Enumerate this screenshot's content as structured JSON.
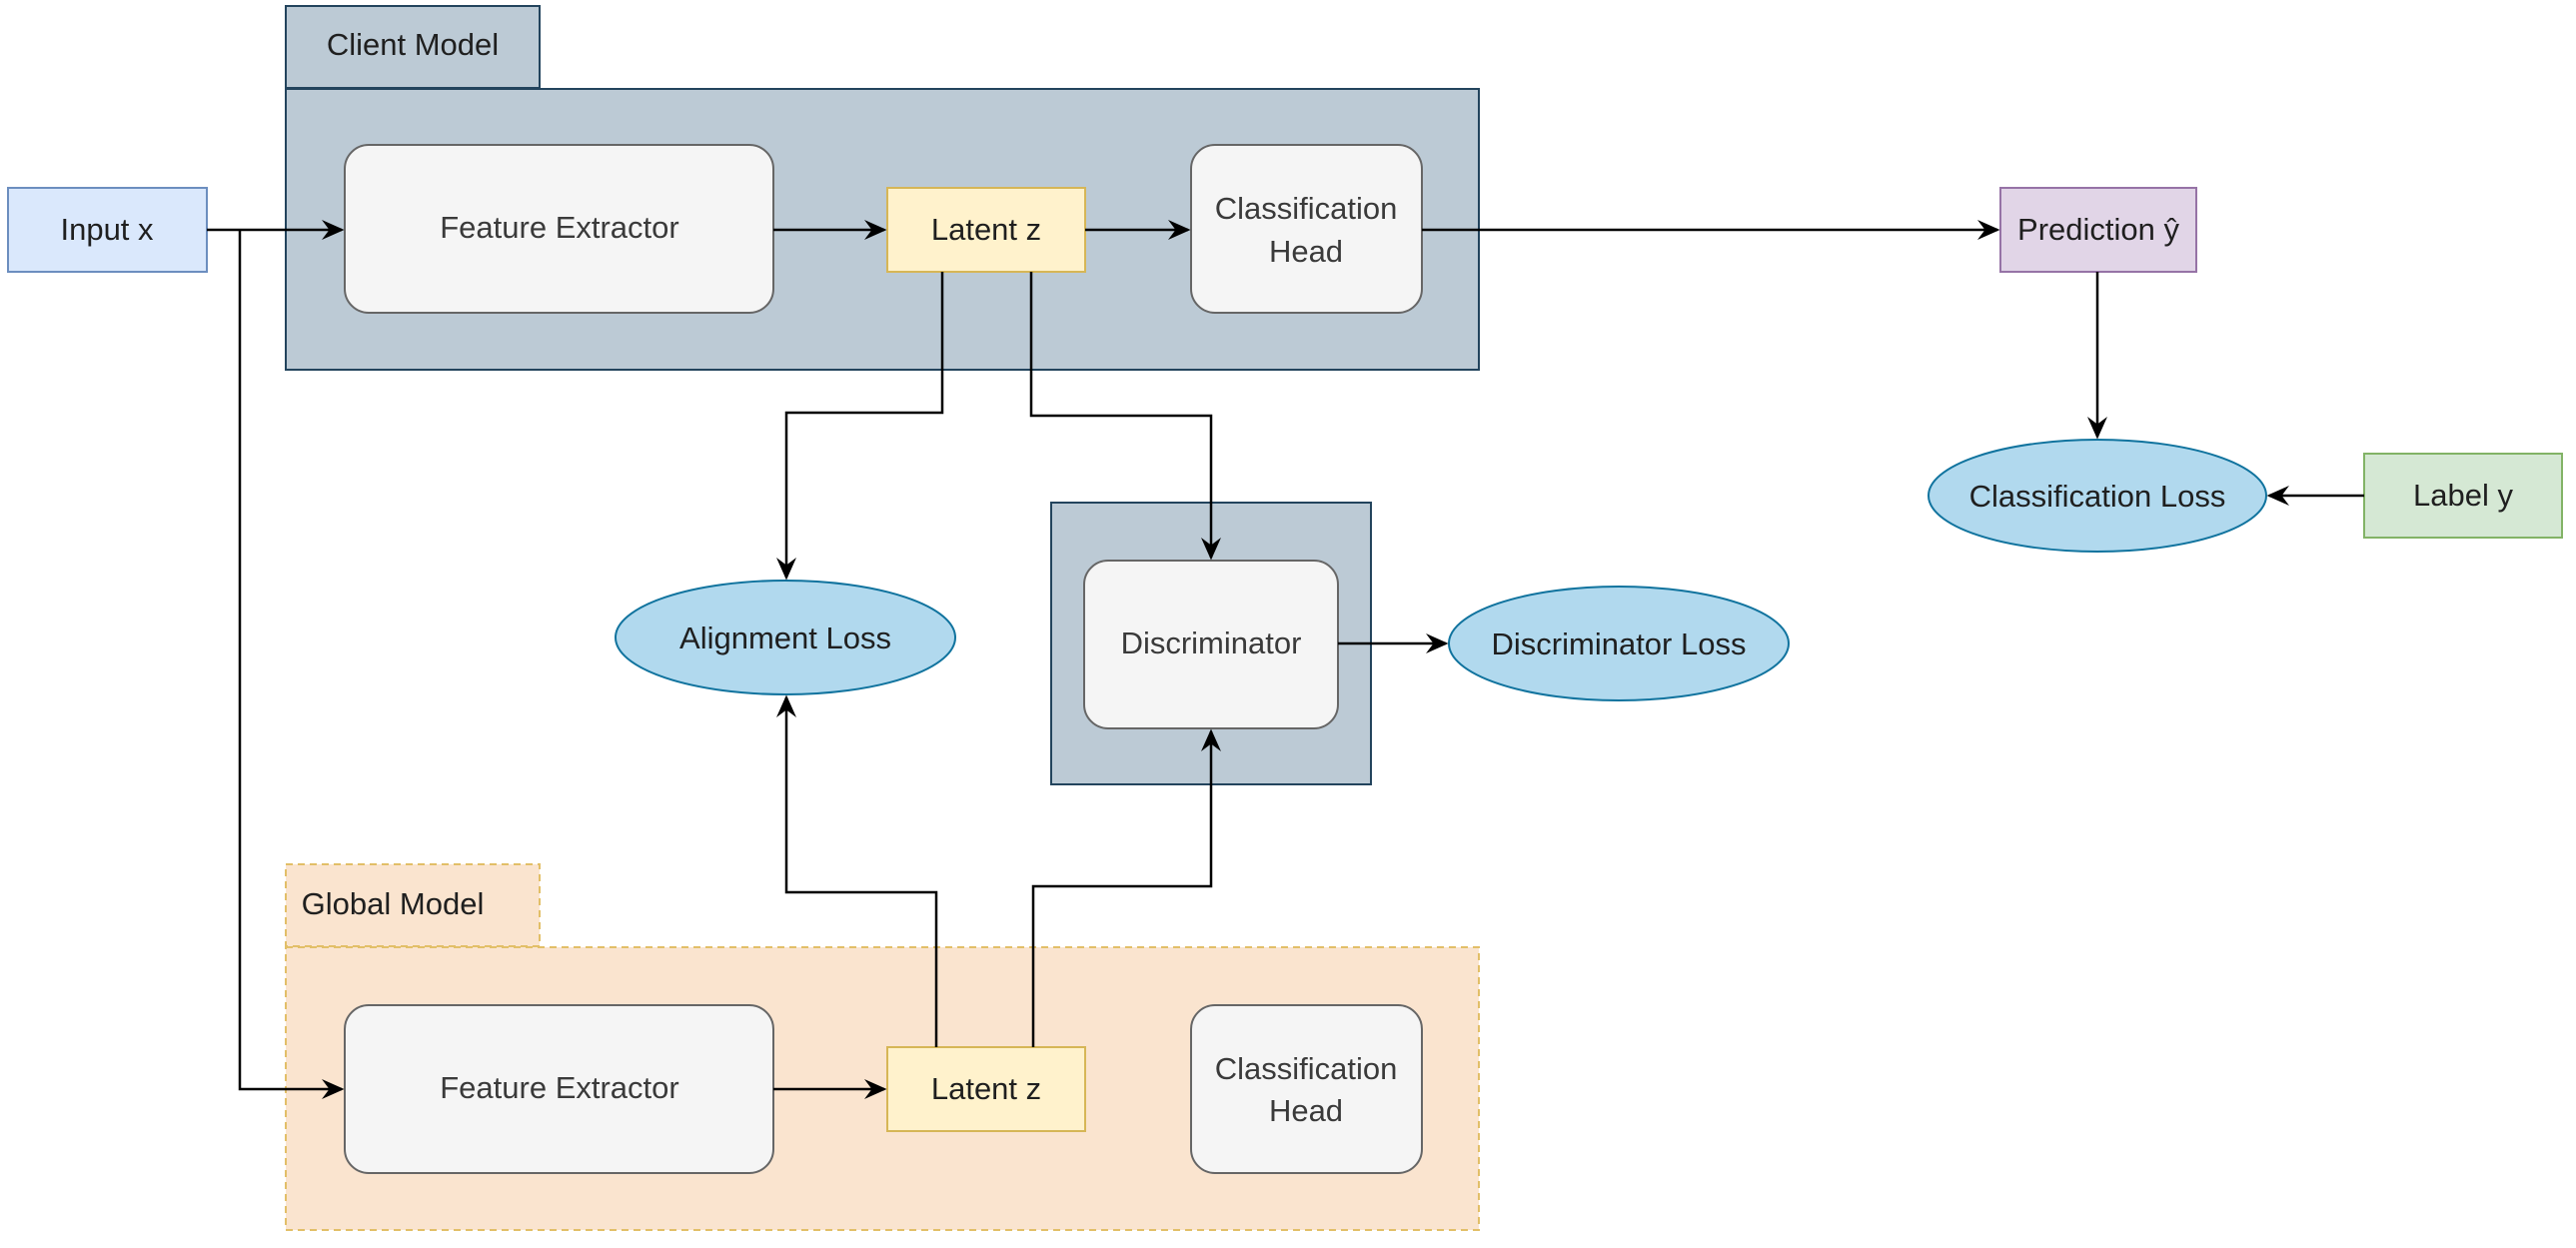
{
  "colors": {
    "client_fill": "#bccad5",
    "client_stroke": "#23445d",
    "global_fill": "#fae4cf",
    "global_stroke": "#e2bf68",
    "node_fill": "#f5f5f5",
    "node_stroke": "#666666",
    "latent_fill": "#fff2cc",
    "latent_stroke": "#d6b656",
    "input_fill": "#dae8fc",
    "input_stroke": "#6c8ebf",
    "prediction_fill": "#e1d5e7",
    "prediction_stroke": "#9673a6",
    "label_fill": "#d5e8d4",
    "label_stroke": "#82b366",
    "loss_fill": "#b1d9ee",
    "loss_stroke": "#10739e",
    "arrow": "#000000"
  },
  "client_model": {
    "title": "Client Model",
    "feature_extractor": "Feature Extractor",
    "latent": "Latent z",
    "head_line1": "Classification",
    "head_line2": "Head"
  },
  "global_model": {
    "title": "Global Model",
    "feature_extractor": "Feature Extractor",
    "latent": "Latent z",
    "head_line1": "Classification",
    "head_line2": "Head"
  },
  "nodes": {
    "input": "Input x",
    "prediction": "Prediction ŷ",
    "label": "Label y",
    "discriminator": "Discriminator"
  },
  "losses": {
    "classification": "Classification Loss",
    "alignment": "Alignment Loss",
    "discriminator": "Discriminator Loss"
  }
}
